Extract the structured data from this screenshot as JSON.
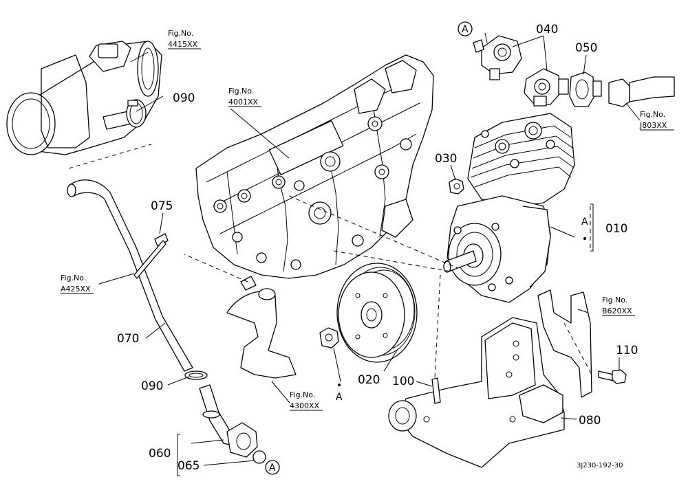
{
  "diagram": {
    "parts": [
      {
        "id": "p010",
        "label": "010"
      },
      {
        "id": "p020",
        "label": "020"
      },
      {
        "id": "p030",
        "label": "030"
      },
      {
        "id": "p040",
        "label": "040"
      },
      {
        "id": "p050",
        "label": "050"
      },
      {
        "id": "p060",
        "label": "060"
      },
      {
        "id": "p065",
        "label": "065"
      },
      {
        "id": "p070",
        "label": "070"
      },
      {
        "id": "p075",
        "label": "075"
      },
      {
        "id": "p080",
        "label": "080"
      },
      {
        "id": "p090a",
        "label": "090"
      },
      {
        "id": "p090b",
        "label": "090"
      },
      {
        "id": "p100",
        "label": "100"
      },
      {
        "id": "p110",
        "label": "110"
      }
    ],
    "fig_refs": [
      {
        "id": "f4415",
        "caption": "Fig.No.",
        "code": "4415XX"
      },
      {
        "id": "f4001",
        "caption": "Fig.No.",
        "code": "4001XX"
      },
      {
        "id": "fJ803",
        "caption": "Fig.No.",
        "code": "J803XX"
      },
      {
        "id": "fA425",
        "caption": "Fig.No.",
        "code": "A425XX"
      },
      {
        "id": "fB620",
        "caption": "Fig.No.",
        "code": "B620XX"
      },
      {
        "id": "f4300",
        "caption": "Fig.No.",
        "code": "4300XX"
      }
    ],
    "ref_markers": [
      "A",
      "A",
      "A",
      "A"
    ],
    "drawing_code": "3J230-192-30"
  }
}
